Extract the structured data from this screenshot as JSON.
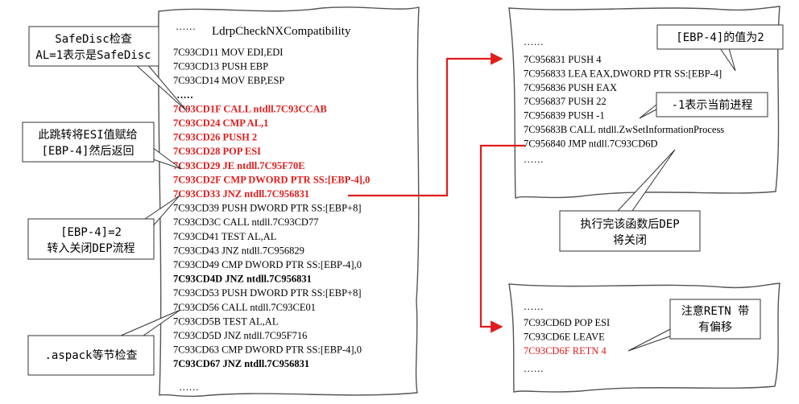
{
  "main_panel": {
    "ellipsis_top": "……",
    "title": "LdrpCheckNXCompatibility",
    "lines": [
      {
        "text": "7C93CD11   MOV EDI,EDI",
        "style": "normal"
      },
      {
        "text": "7C93CD13   PUSH EBP",
        "style": "normal"
      },
      {
        "text": "7C93CD14   MOV EBP,ESP",
        "style": "normal"
      },
      {
        "text": "……",
        "style": "bold"
      },
      {
        "text": "7C93CD1F   CALL ntdll.7C93CCAB",
        "style": "red"
      },
      {
        "text": "7C93CD24   CMP AL,1",
        "style": "red"
      },
      {
        "text": "7C93CD26   PUSH 2",
        "style": "red"
      },
      {
        "text": "7C93CD28   POP ESI",
        "style": "red"
      },
      {
        "text": "7C93CD29   JE ntdll.7C95F70E",
        "style": "red"
      },
      {
        "text": "7C93CD2F   CMP DWORD PTR SS:[EBP-4],0",
        "style": "red"
      },
      {
        "text": "7C93CD33   JNZ ntdll.7C956831",
        "style": "red"
      },
      {
        "text": "7C93CD39   PUSH DWORD PTR SS:[EBP+8]",
        "style": "normal"
      },
      {
        "text": "7C93CD3C   CALL ntdll.7C93CD77",
        "style": "normal"
      },
      {
        "text": "7C93CD41   TEST AL,AL",
        "style": "normal"
      },
      {
        "text": "7C93CD43   JNZ ntdll.7C956829",
        "style": "normal"
      },
      {
        "text": "7C93CD49   CMP DWORD PTR SS:[EBP-4],0",
        "style": "normal"
      },
      {
        "text": "7C93CD4D   JNZ ntdll.7C956831",
        "style": "bold"
      },
      {
        "text": "7C93CD53   PUSH DWORD PTR SS:[EBP+8]",
        "style": "normal"
      },
      {
        "text": "7C93CD56   CALL ntdll.7C93CE01",
        "style": "normal"
      },
      {
        "text": "7C93CD5B   TEST AL,AL",
        "style": "normal"
      },
      {
        "text": "7C93CD5D   JNZ ntdll.7C95F716",
        "style": "normal"
      },
      {
        "text": "7C93CD63   CMP DWORD PTR SS:[EBP-4],0",
        "style": "normal"
      },
      {
        "text": "7C93CD67   JNZ ntdll.7C956831",
        "style": "bold"
      }
    ],
    "ellipsis_bottom": "……"
  },
  "top_right_panel": {
    "ellipsis_top": "……",
    "lines": [
      {
        "text": "7C956831   PUSH 4",
        "style": "normal"
      },
      {
        "text": "7C956833   LEA EAX,DWORD PTR SS:[EBP-4]",
        "style": "normal"
      },
      {
        "text": "7C956836   PUSH EAX",
        "style": "normal"
      },
      {
        "text": "7C956837   PUSH 22",
        "style": "normal"
      },
      {
        "text": "7C956839   PUSH -1",
        "style": "normal"
      },
      {
        "text": "7C95683B   CALL ntdll.ZwSetInformationProcess",
        "style": "normal"
      },
      {
        "text": "7C956840   JMP ntdll.7C93CD6D",
        "style": "normal"
      }
    ],
    "ellipsis_bottom": "……"
  },
  "bottom_right_panel": {
    "ellipsis_top": "……",
    "lines": [
      {
        "text": "7C93CD6D   POP ESI",
        "style": "normal"
      },
      {
        "text": "7C93CD6E   LEAVE",
        "style": "normal"
      },
      {
        "text": "7C93CD6F   RETN 4",
        "style": "redn"
      }
    ],
    "ellipsis_bottom": "……"
  },
  "callouts": {
    "safedisc": [
      "SafeDisc检查",
      "AL=1表示是SafeDisc"
    ],
    "esi_jump": [
      "此跳转将ESI值赋给",
      "[EBP-4]然后返回"
    ],
    "dep_flow": [
      "[EBP-4]=2",
      "转入关闭DEP流程"
    ],
    "aspack": [
      ".aspack等节检查"
    ],
    "ebp_value": [
      "[EBP-4]的值为2"
    ],
    "current_process": [
      "-1表示当前进程"
    ],
    "dep_closed": [
      "执行完该函数后DEP",
      "将关闭"
    ],
    "retn_note": [
      "注意RETN 带",
      "有偏移"
    ]
  },
  "colors": {
    "highlight": "#e21b1b",
    "arrow": "#e21b1b",
    "text": "#000000"
  }
}
